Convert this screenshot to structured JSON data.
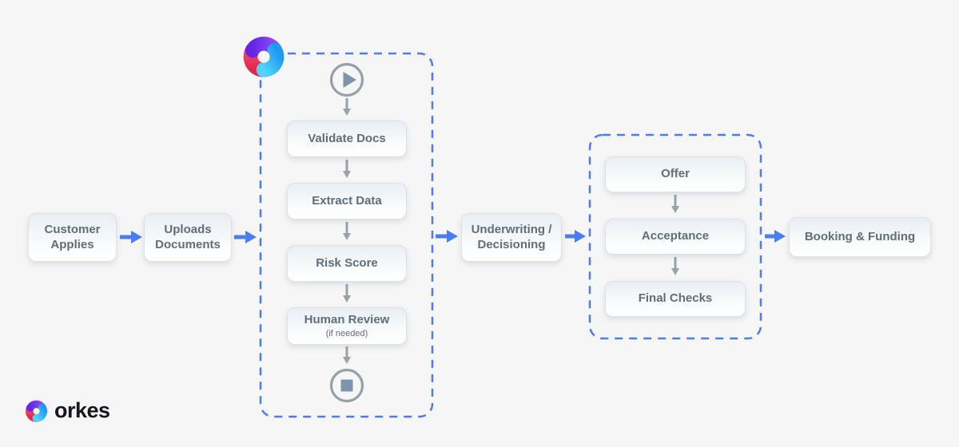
{
  "branding": {
    "logo_icon": "orkes-swirl-icon",
    "wordmark": "orkes"
  },
  "palette": {
    "background": "#f6f6f7",
    "flow_arrow_blue": "#4a7df0",
    "step_arrow_gray": "#98a2a9",
    "container_dash_blue": "#4a7df0",
    "node_text_gray": "#5f6e79",
    "endpoint_icon_gray": "#95a0a7",
    "endpoint_glyph_blue_gray": "#7d94aa",
    "logo_purple": "#7c3aed",
    "logo_pink": "#ea3d62",
    "logo_blue": "#2eb9f6",
    "wordmark_color": "#17171f"
  },
  "diagram": {
    "pre_steps": [
      {
        "label": "Customer Applies"
      },
      {
        "label": "Uploads Documents"
      }
    ],
    "conductor_workflow": {
      "start_icon": "play-icon",
      "end_icon": "stop-icon",
      "steps": [
        {
          "label": "Validate Docs"
        },
        {
          "label": "Extract Data"
        },
        {
          "label": "Risk Score"
        },
        {
          "label": "Human Review",
          "sublabel": "(if needed)"
        }
      ]
    },
    "decision_step": {
      "label": "Underwriting / Decisioning"
    },
    "closing_workflow": {
      "steps": [
        {
          "label": "Offer"
        },
        {
          "label": "Acceptance"
        },
        {
          "label": "Final Checks"
        }
      ]
    },
    "final_step": {
      "label": "Booking & Funding"
    }
  }
}
